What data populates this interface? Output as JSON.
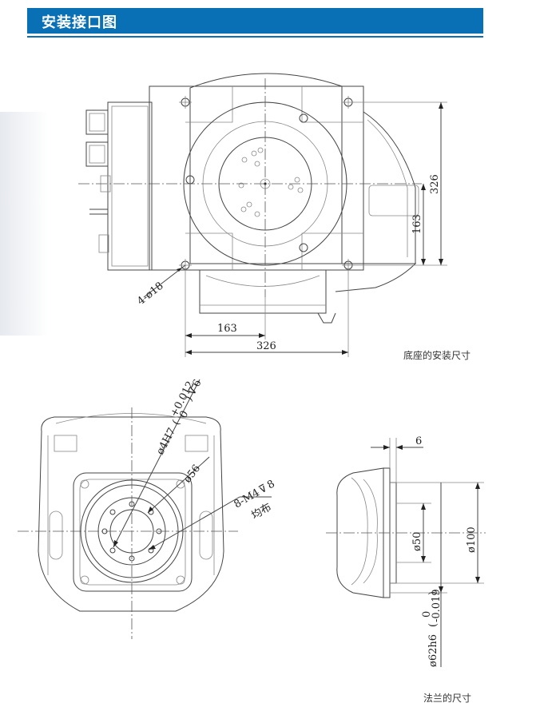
{
  "header": {
    "title": "安装接口图",
    "color": "#0a70b6"
  },
  "captions": {
    "base": "底座的安装尺寸",
    "flange": "法兰的尺寸"
  },
  "base_dims": {
    "width": "326",
    "half_width": "163",
    "height": "326",
    "half_height": "163",
    "holes": "4-ø18"
  },
  "flange_face_dims": {
    "bore": "ø4H7",
    "bore_tol_upper": "+0.012",
    "bore_tol_lower": "0",
    "bore_depth": "6",
    "pcd": "ø56",
    "threads": "8-M4",
    "thread_depth": "8",
    "thread_note": "均布"
  },
  "flange_side_dims": {
    "thickness": "6",
    "inner_dia": "ø50",
    "outer_dia": "ø100",
    "spigot": "ø62h6",
    "spigot_tol_upper": "0",
    "spigot_tol_lower": "-0.019"
  }
}
